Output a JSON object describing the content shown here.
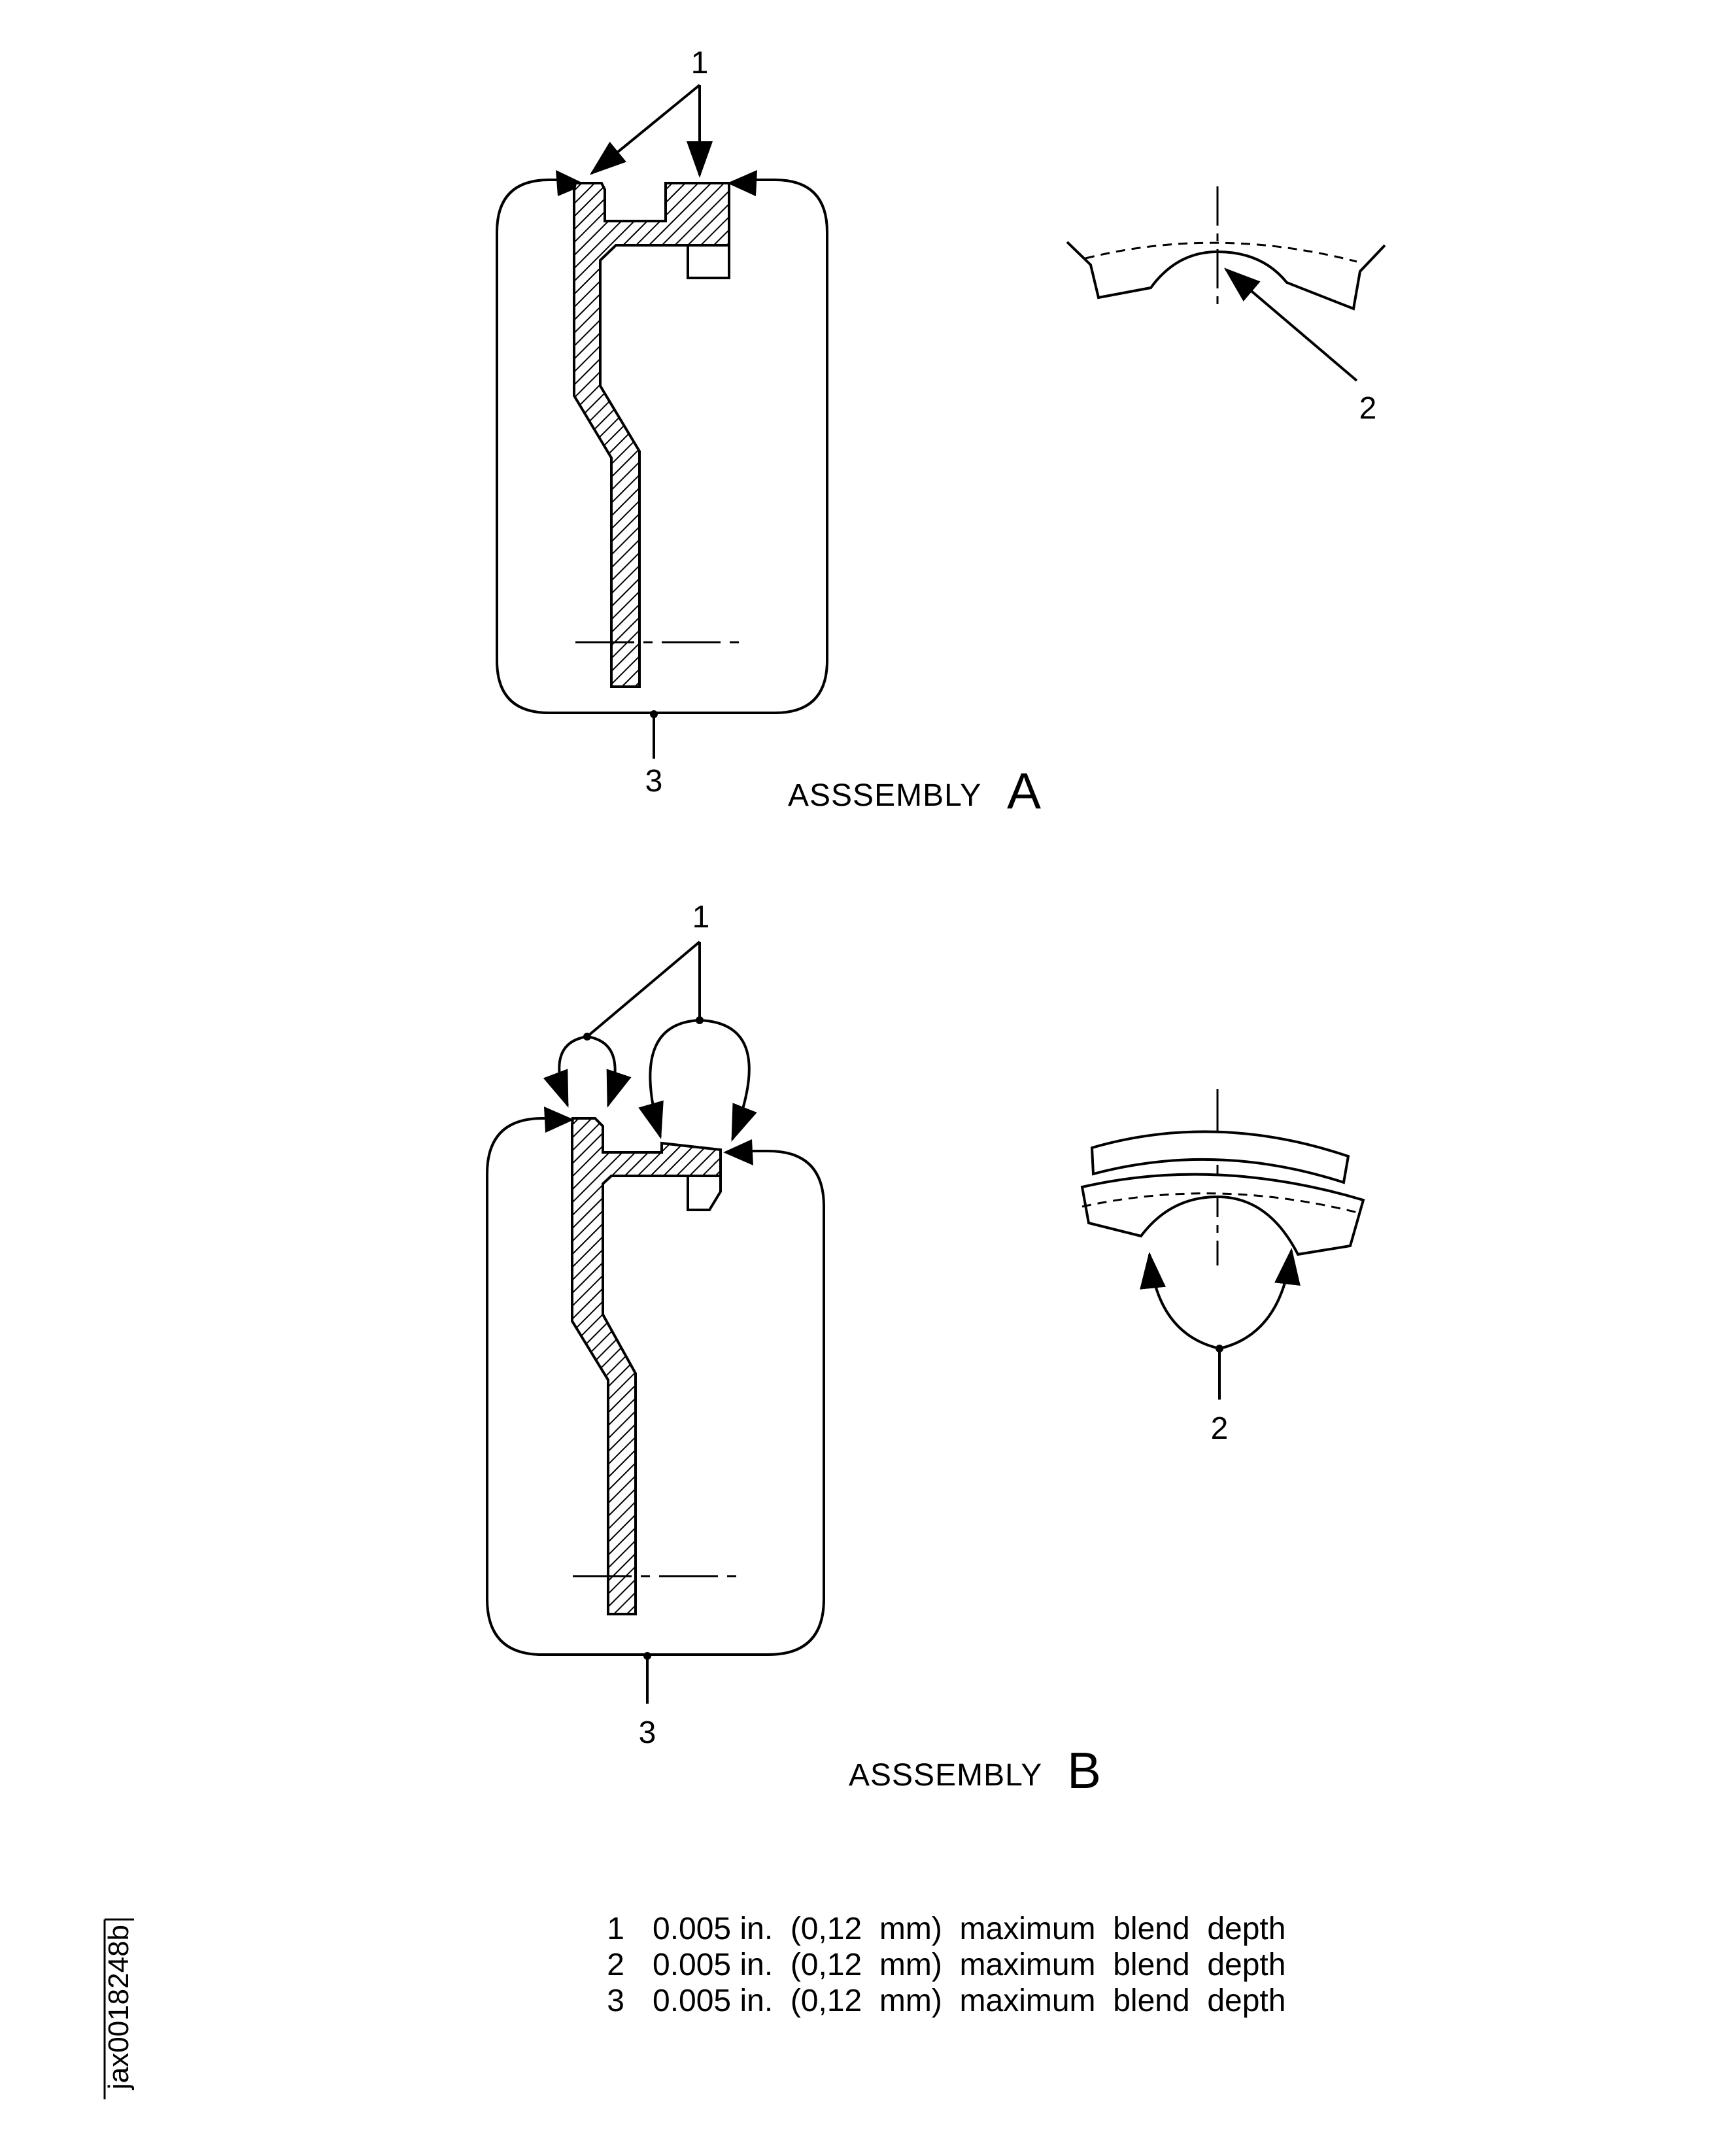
{
  "diagram": {
    "callouts": {
      "a_top": "1",
      "a_right": "2",
      "a_bottom": "3",
      "b_top": "1",
      "b_right": "2",
      "b_bottom": "3"
    },
    "assembly_a": {
      "word": "ASSSEMBLY",
      "letter": "A"
    },
    "assembly_b": {
      "word": "ASSSEMBLY",
      "letter": "B"
    },
    "legend": [
      {
        "num": "1",
        "text": "0.005 in.  (0,12  mm)  maximum  blend  depth"
      },
      {
        "num": "2",
        "text": "0.005 in.  (0,12  mm)  maximum  blend  depth"
      },
      {
        "num": "3",
        "text": "0.005 in.  (0,12  mm)  maximum  blend  depth"
      }
    ],
    "doc_id": "jax0018248b"
  }
}
